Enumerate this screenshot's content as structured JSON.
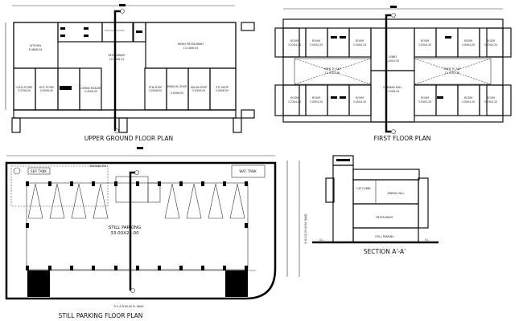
{
  "upper_ground": {
    "title": "UPPER GROUND FLOOR PLAN",
    "kitchen": "KITCHEN",
    "kitchen_size": "6.46X6.54",
    "restaurant": "RESTAURANT",
    "restaurant_size": "15.13X6.54",
    "family": "FAMILY RESTAURANT",
    "family_size": "13.16X6.54",
    "shops": [
      {
        "name": "COLD STORE",
        "size": "3.57X6.00"
      },
      {
        "name": "HOT STORE",
        "size": "3.00X6.00"
      },
      {
        "name": "CEMNS DEALER",
        "size": "3.40X6.00"
      },
      {
        "name": "STN SHOP",
        "size": "3.00X6.00"
      },
      {
        "name": "MEDICAL SHOP",
        "size": "3.00X6.00"
      },
      {
        "name": "SALON SHOP",
        "size": "3.00X6.00"
      },
      {
        "name": "STL SHOP",
        "size": "3.00X6.00"
      }
    ],
    "section_mark": "A"
  },
  "first_floor": {
    "title": "FIRST FLOOR PLAN",
    "rooms_top": [
      {
        "name": "ROOM",
        "size": "3.23X4.20"
      },
      {
        "name": "ROOM",
        "size": "3.00X4.20"
      },
      {
        "name": "ROOM",
        "size": "3.00X4.20"
      },
      {
        "name": "ROOM",
        "size": "3.00X4.20"
      },
      {
        "name": "ROOM",
        "size": "3.00X4.20"
      },
      {
        "name": "ROOM",
        "size": "3.23X4.20"
      }
    ],
    "rooms_bottom": [
      {
        "name": "ROOM",
        "size": "3.23X4.20"
      },
      {
        "name": "ROOM",
        "size": "3.00X4.20"
      },
      {
        "name": "ROOM",
        "size": "3.00X4.20"
      },
      {
        "name": "ROOM",
        "size": "3.00X4.20"
      },
      {
        "name": "ROOM",
        "size": "3.00X4.20"
      },
      {
        "name": "ROOM",
        "size": "3.23X4.20"
      }
    ],
    "lobby": "LOBBY",
    "lobby_size": "6.20X3.50",
    "hall": "COMMAN HALL",
    "hall_size": "6.20X6.54",
    "open_sky": "OPEN TO SKY",
    "open_sky_size": "12.31X2.28"
  },
  "parking": {
    "title": "STILL PARKING FLOOR PLAN",
    "label": "STILL PARKING",
    "size": "33.00X25.00",
    "sep_tank": "SEP. TANK",
    "wat_tank": "WAT. TANK",
    "road": "R O A D  60.00 M. WAID",
    "road_side": "R O A D  25.00 M. WAID",
    "drain": "drainage line"
  },
  "section": {
    "title": "SECTION A'-A'",
    "upper": "CAT LOBBY",
    "hall": "DINING HALL",
    "restaurant": "RESTAURANT",
    "parking": "STILL PARKING",
    "gl": "G.L."
  }
}
